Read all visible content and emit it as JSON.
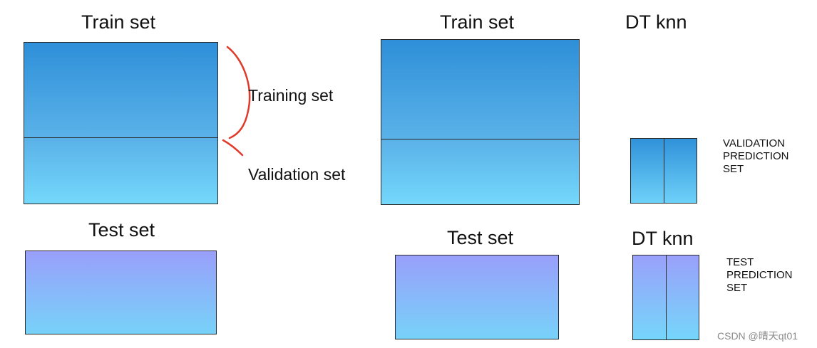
{
  "left": {
    "train_title": "Train set",
    "training_label": "Training set",
    "validation_label": "Validation set",
    "test_title": "Test set"
  },
  "right": {
    "train_title": "Train set",
    "test_title": "Test set",
    "model_headers_top": "DT  knn",
    "model_headers_bottom": "DT  knn",
    "validation_prediction": [
      "VALIDATION",
      "PREDICTION",
      "SET"
    ],
    "test_prediction": [
      "TEST",
      "PREDICTION",
      "SET"
    ]
  },
  "watermark": "CSDN @晴天qt01",
  "colors": {
    "train_top": "#2e8fd8",
    "validation_bottom": "#74d8fb",
    "test_top": "#999ffa",
    "bracket": "#e03a2a"
  }
}
